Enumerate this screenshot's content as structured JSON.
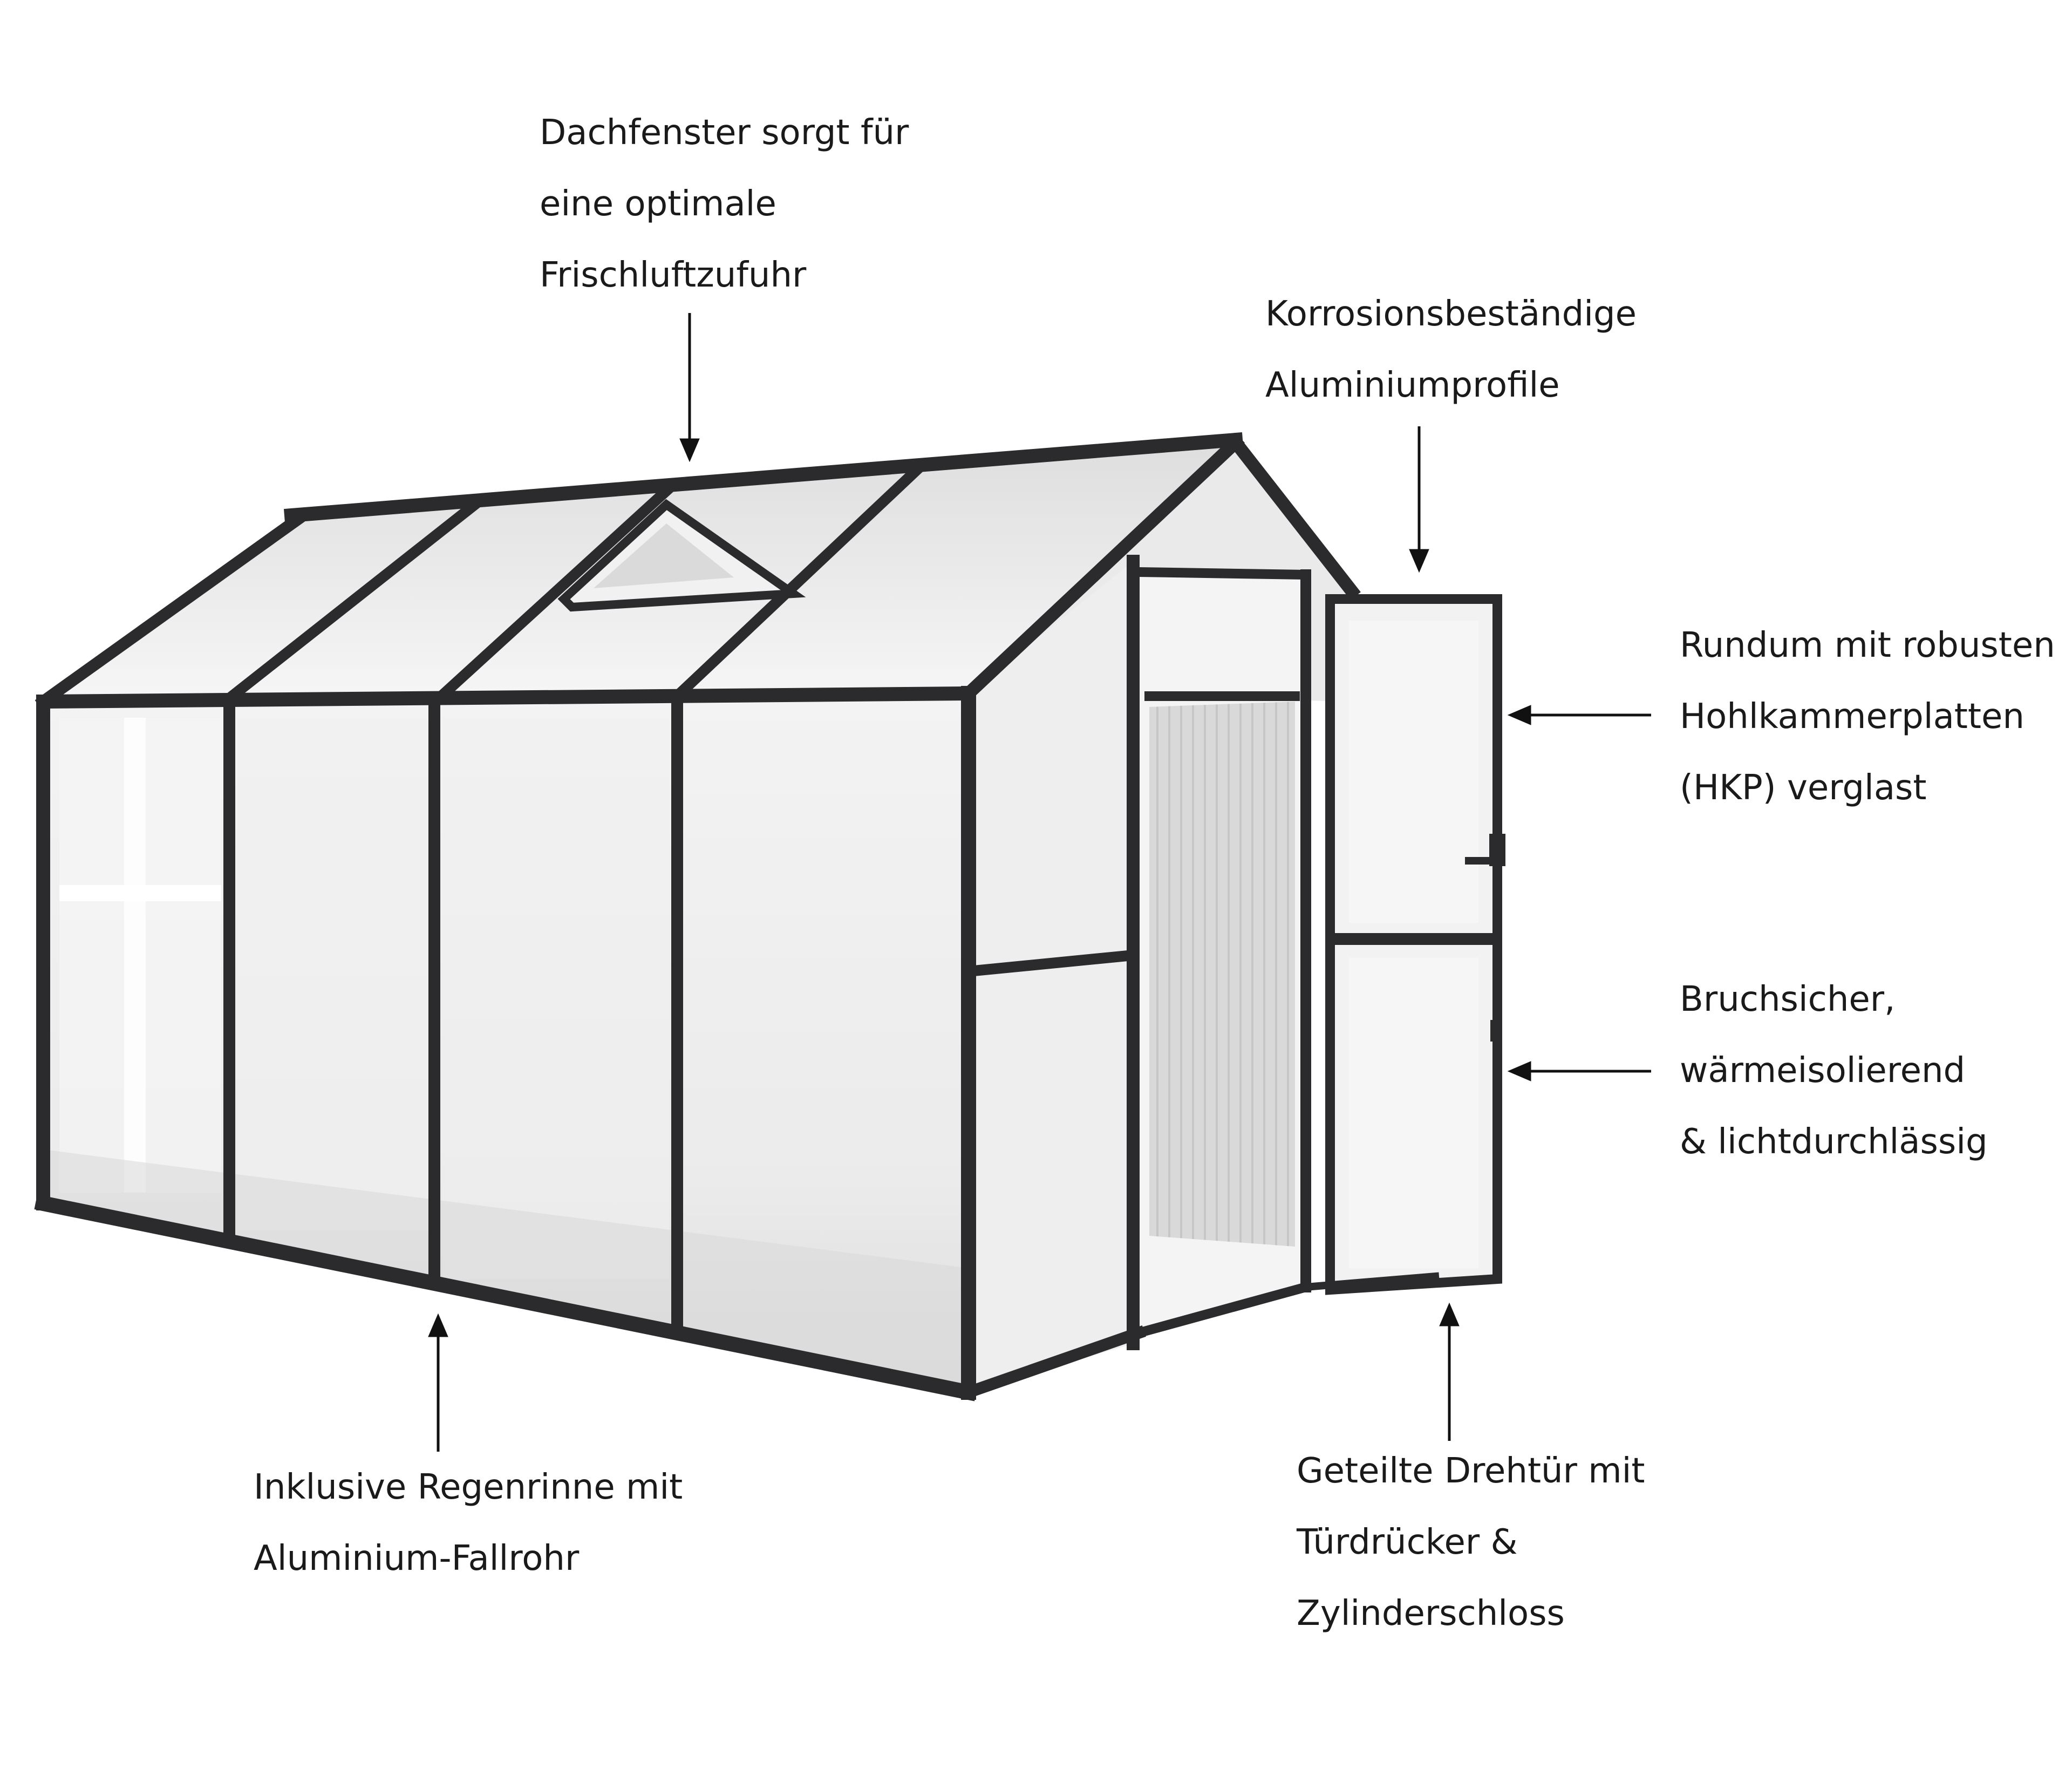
{
  "colors": {
    "frame": "#2b2b2d",
    "panel": "#eeeeee",
    "text": "#1a1a1a",
    "arrow": "#111111"
  },
  "callouts": {
    "roof_window": {
      "lines": [
        "Dachfenster sorgt für",
        "eine optimale",
        "Frischluftzufuhr"
      ]
    },
    "aluminium": {
      "lines": [
        "Korrosionsbeständige",
        "Aluminiumprofile"
      ]
    },
    "hkp": {
      "lines": [
        "Rundum mit robusten",
        "Hohlkammerplatten",
        "(HKP) verglast"
      ]
    },
    "break_proof": {
      "lines": [
        "Bruchsicher,",
        "wärmeisolierend",
        "& lichtdurchlässig"
      ]
    },
    "gutter": {
      "lines": [
        "Inklusive Regenrinne mit",
        "Aluminium-Fallrohr"
      ]
    },
    "door": {
      "lines": [
        "Geteilte Drehtür mit",
        "Türdrücker &",
        "Zylinderschloss"
      ]
    }
  }
}
